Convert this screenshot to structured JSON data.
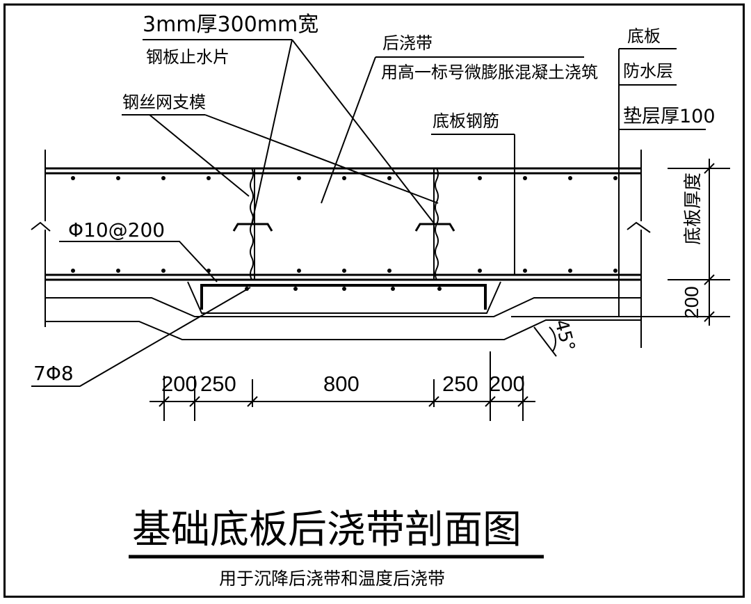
{
  "labels": {
    "stop_water_top": "3mm厚300mm宽",
    "stop_water_bottom": "钢板止水片",
    "post_band_title": "后浇带",
    "post_band_desc": "用高一标号微膨胀混凝土浇筑",
    "mesh_form": "钢丝网支模",
    "slab_rebar": "底板钢筋",
    "base_slab": "底板",
    "waterproof": "防水层",
    "cushion": "垫层厚100",
    "rebar_spec": "Φ10@200",
    "extra_rebar": "7Φ8",
    "slab_thickness": "底板厚度",
    "angle": "45°",
    "right_dim": "200"
  },
  "dimensions": [
    "200",
    "250",
    "800",
    "250",
    "200"
  ],
  "title": {
    "main": "基础底板后浇带剖面图",
    "sub": "用于沉降后浇带和温度后浇带"
  }
}
